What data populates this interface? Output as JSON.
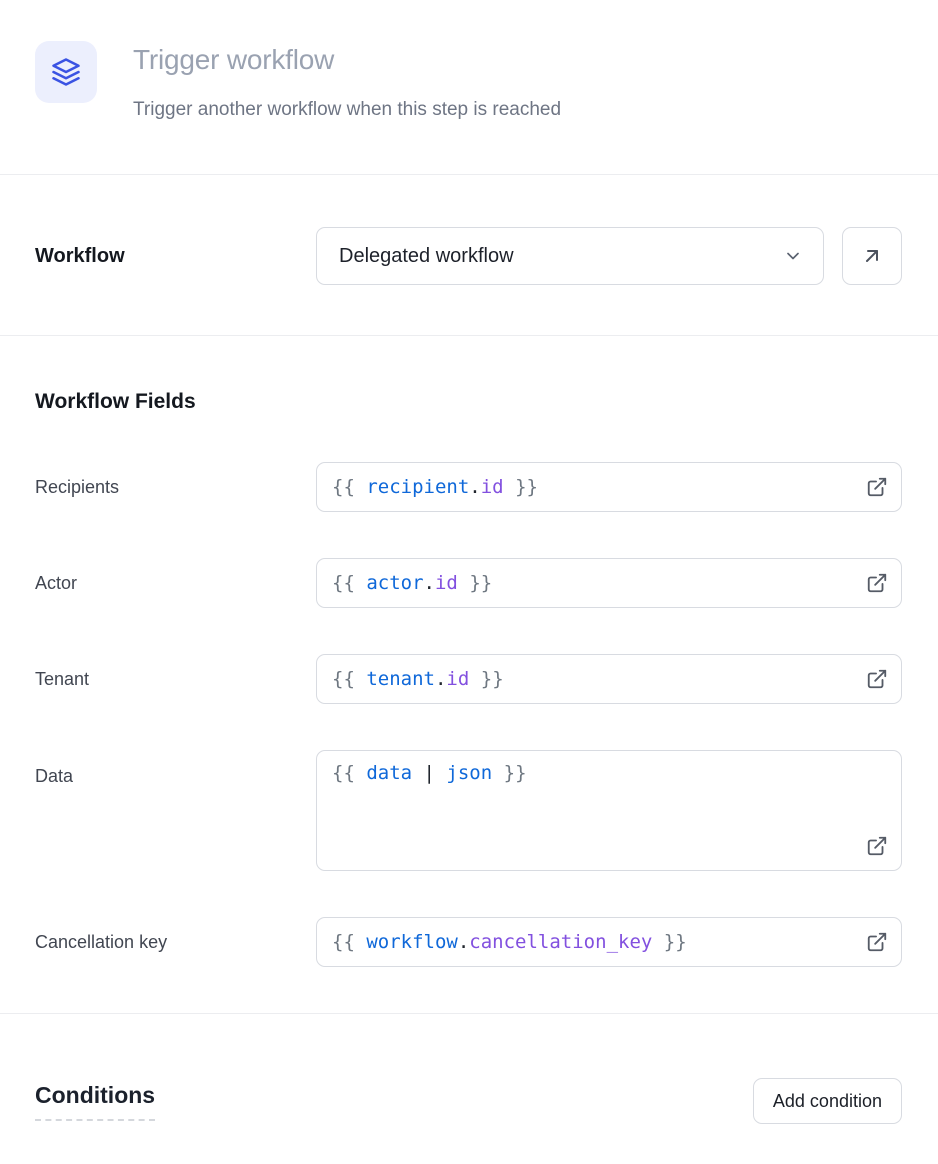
{
  "header": {
    "icon": "layers-icon",
    "icon_color": "#3a53e3",
    "icon_bg": "#eceffd",
    "title": "Trigger workflow",
    "subtitle": "Trigger another workflow when this step is reached"
  },
  "workflow_row": {
    "label": "Workflow",
    "select": {
      "selected_value": "Delegated workflow",
      "chevron_icon": "chevron-down-icon"
    },
    "open_button_icon": "arrow-up-right-icon"
  },
  "workflow_fields": {
    "heading": "Workflow Fields",
    "expand_icon": "external-link-icon",
    "code_colors": {
      "brace": "#6e7781",
      "identifier": "#0f68d9",
      "punctuation": "#21262e",
      "property": "#8250df"
    },
    "fields": [
      {
        "label": "Recipients",
        "value": "{{ recipient.id }}",
        "tokens": [
          {
            "text": "{{ ",
            "style": "brace"
          },
          {
            "text": "recipient",
            "style": "ident"
          },
          {
            "text": ".",
            "style": "punct"
          },
          {
            "text": "id",
            "style": "prop"
          },
          {
            "text": " }}",
            "style": "brace"
          }
        ]
      },
      {
        "label": "Actor",
        "value": "{{ actor.id }}",
        "tokens": [
          {
            "text": "{{ ",
            "style": "brace"
          },
          {
            "text": "actor",
            "style": "ident"
          },
          {
            "text": ".",
            "style": "punct"
          },
          {
            "text": "id",
            "style": "prop"
          },
          {
            "text": " }}",
            "style": "brace"
          }
        ]
      },
      {
        "label": "Tenant",
        "value": "{{ tenant.id }}",
        "tokens": [
          {
            "text": "{{ ",
            "style": "brace"
          },
          {
            "text": "tenant",
            "style": "ident"
          },
          {
            "text": ".",
            "style": "punct"
          },
          {
            "text": "id",
            "style": "prop"
          },
          {
            "text": " }}",
            "style": "brace"
          }
        ]
      },
      {
        "label": "Data",
        "value": "{{ data | json }}",
        "multiline": true,
        "tokens": [
          {
            "text": "{{ ",
            "style": "brace"
          },
          {
            "text": "data",
            "style": "ident"
          },
          {
            "text": " | ",
            "style": "punct"
          },
          {
            "text": "json",
            "style": "ident"
          },
          {
            "text": " }}",
            "style": "brace"
          }
        ]
      },
      {
        "label": "Cancellation key",
        "value": "{{ workflow.cancellation_key }}",
        "tokens": [
          {
            "text": "{{ ",
            "style": "brace"
          },
          {
            "text": "workflow",
            "style": "ident"
          },
          {
            "text": ".",
            "style": "punct"
          },
          {
            "text": "cancellation_key",
            "style": "prop"
          },
          {
            "text": " }}",
            "style": "brace"
          }
        ]
      }
    ]
  },
  "conditions": {
    "heading": "Conditions",
    "add_button_label": "Add condition"
  }
}
